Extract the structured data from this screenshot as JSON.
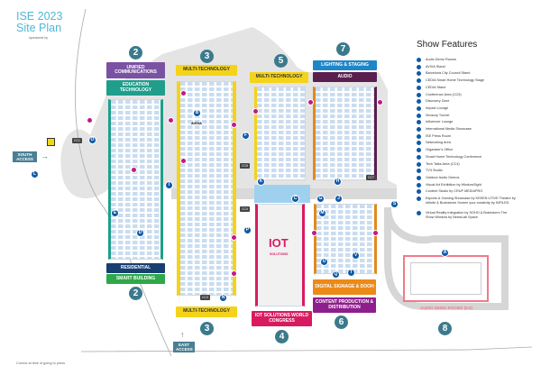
{
  "header": {
    "title_line1": "ISE 2023",
    "title_line2": "Site Plan",
    "sponsored": "sponsored by"
  },
  "halls": {
    "h2": {
      "number": "2",
      "top": [
        "UNIFIED COMMUNICATIONS",
        "EDUCATION TECHNOLOGY"
      ],
      "bottom": [
        "RESIDENTIAL",
        "SMART BUILDING"
      ]
    },
    "h3": {
      "number": "3",
      "top": "MULTI-TECHNOLOGY",
      "bottom": "MULTI-TECHNOLOGY"
    },
    "h5": {
      "number": "5",
      "top": "MULTI-TECHNOLOGY"
    },
    "h7": {
      "number": "7",
      "top": [
        "LIGHTING & STAGING",
        "AUDIO"
      ]
    },
    "h4": {
      "number": "4",
      "bottom": "IOT SOLUTIONS WORLD CONGRESS",
      "logo": "IOT",
      "logo_sub": "SOLUTIONS"
    },
    "h6": {
      "number": "6",
      "bottom": [
        "DIGITAL SIGNAGE & DOOH",
        "CONTENT PRODUCTION & DISTRIBUTION"
      ]
    },
    "h8": {
      "number": "8",
      "label": "AUDIO DEMO ROOMS (8.0)"
    }
  },
  "access": {
    "south": "SOUTH ACCESS",
    "east": "EAST ACCESS"
  },
  "cc_labels": [
    "CC1",
    "CC5",
    "CC4",
    "CC3",
    "CC7"
  ],
  "avixa": "AVIXA",
  "map_markers": [
    "B",
    "E",
    "D",
    "I",
    "K",
    "C",
    "H",
    "G",
    "J",
    "M",
    "A",
    "S",
    "L",
    "F",
    "P",
    "N",
    "U",
    "Q",
    "T",
    "V",
    "O"
  ],
  "legend": {
    "title": "Show Features",
    "items": [
      {
        "letter": "A",
        "label": "Audio Demo Rooms"
      },
      {
        "letter": "B",
        "label": "AVIXA Stand"
      },
      {
        "letter": "C",
        "label": "Barcelona City Council Stand"
      },
      {
        "letter": "D",
        "label": "CEDIA Smart Home Technology Stage"
      },
      {
        "letter": "E",
        "label": "CEDIA Stand"
      },
      {
        "letter": "F",
        "label": "Conference Area (CC5)"
      },
      {
        "letter": "G",
        "label": "Discovery Zone"
      },
      {
        "letter": "H",
        "label": "Impact Lounge"
      },
      {
        "letter": "I",
        "label": "Sensory Tunnel"
      },
      {
        "letter": "J",
        "label": "Influencer Lounge"
      },
      {
        "letter": "K",
        "label": "International Media Showcase"
      },
      {
        "letter": "L",
        "label": "ISE Press Room"
      },
      {
        "letter": "M",
        "label": "Networking Area"
      },
      {
        "letter": "N",
        "label": "Organiser's Office"
      },
      {
        "letter": "O",
        "label": "Smart Home Technology Conference"
      },
      {
        "letter": "P",
        "label": "Tech Talks Area (CC4)"
      },
      {
        "letter": "Q",
        "label": "TV3 Studio"
      },
      {
        "letter": "R",
        "label": "Outdoor Audio Demos"
      },
      {
        "letter": "S",
        "label": "Visual Art Exhibition by WindowSight"
      },
      {
        "letter": "T",
        "label": "Content Studio by CRUP MEDIAPRO"
      },
      {
        "letter": "U",
        "label": "Esports & Gaming Showcase by KEEEN UTIVE Theatre by Infinite & Brainstorm Screen your creativity by INFILED"
      },
      {
        "letter": "V",
        "label": "Virtual Reality Integration by SOHO & Brainstorm The Show Window by NewsLab Space"
      }
    ]
  },
  "footer": "Correct at time of going to press"
}
